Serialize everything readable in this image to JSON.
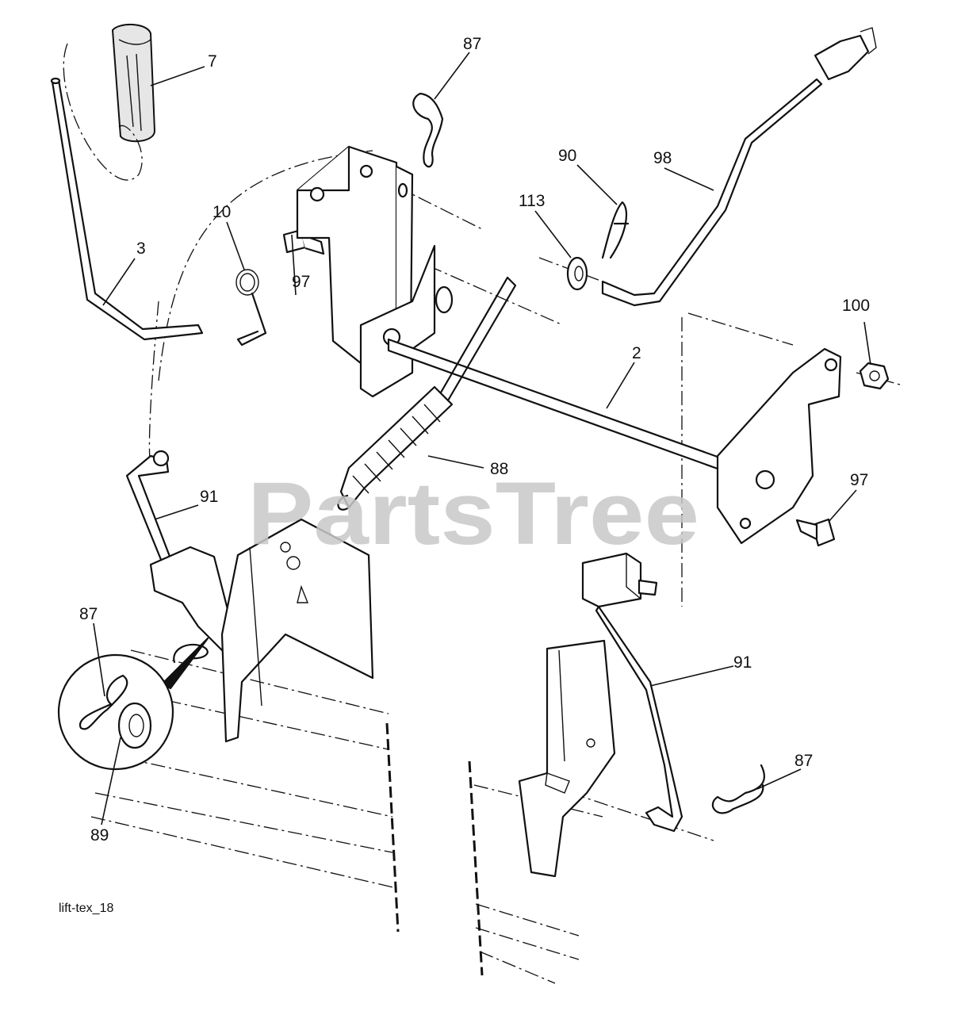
{
  "diagram": {
    "watermark": "PartsTree",
    "caption": "lift-tex_18",
    "callouts": [
      "7",
      "87",
      "90",
      "98",
      "113",
      "10",
      "3",
      "97",
      "100",
      "2",
      "88",
      "91",
      "97",
      "87",
      "89",
      "91",
      "87"
    ]
  }
}
